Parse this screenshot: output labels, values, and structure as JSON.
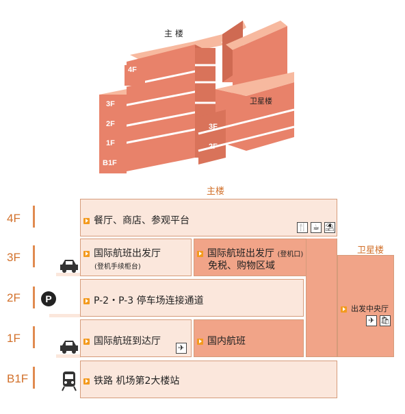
{
  "building_3d": {
    "main_label": "主 楼",
    "satellite_label": "卫星楼",
    "main_floors": [
      "4F",
      "3F",
      "2F",
      "1F",
      "B1F"
    ],
    "satellite_floors": [
      "3F",
      "2F"
    ]
  },
  "headings": {
    "main": "主楼",
    "satellite": "卫星楼"
  },
  "floors": [
    "4F",
    "3F",
    "2F",
    "1F",
    "B1F"
  ],
  "rows": {
    "f4": {
      "label": "餐厅、商店、参观平台",
      "icons": [
        "restaurant-icon",
        "cafe-icon",
        "observation-deck-icon"
      ]
    },
    "f3_left": {
      "label": "国际航班出发厅",
      "sub": "(登机手续柜台)",
      "side_icon": "car-icon"
    },
    "f3_right": {
      "label": "国际航班出发厅",
      "label_note": "(登机口)",
      "label2": "免税、购物区域",
      "icons": [
        "departure-icon",
        "shopping-icon"
      ]
    },
    "f2": {
      "label": "P-2・P-3 停车场连接通道",
      "side_icon": "parking-icon",
      "side_icon_text": "P"
    },
    "f1_left": {
      "label": "国际航班到达厅",
      "side_icon": "car-icon",
      "icons": [
        "arrival-icon"
      ]
    },
    "f1_right": {
      "label": "国内航班"
    },
    "b1": {
      "label": "铁路 机场第2大楼站",
      "side_icon": "train-icon"
    },
    "satellite": {
      "label": "出发中央厅",
      "icons": [
        "departure-icon",
        "shopping-icon"
      ]
    }
  },
  "colors": {
    "accent": "#d2702a",
    "light_box": "#fbe7dc",
    "mid_box": "#f1a488",
    "building": "#e8826a"
  }
}
